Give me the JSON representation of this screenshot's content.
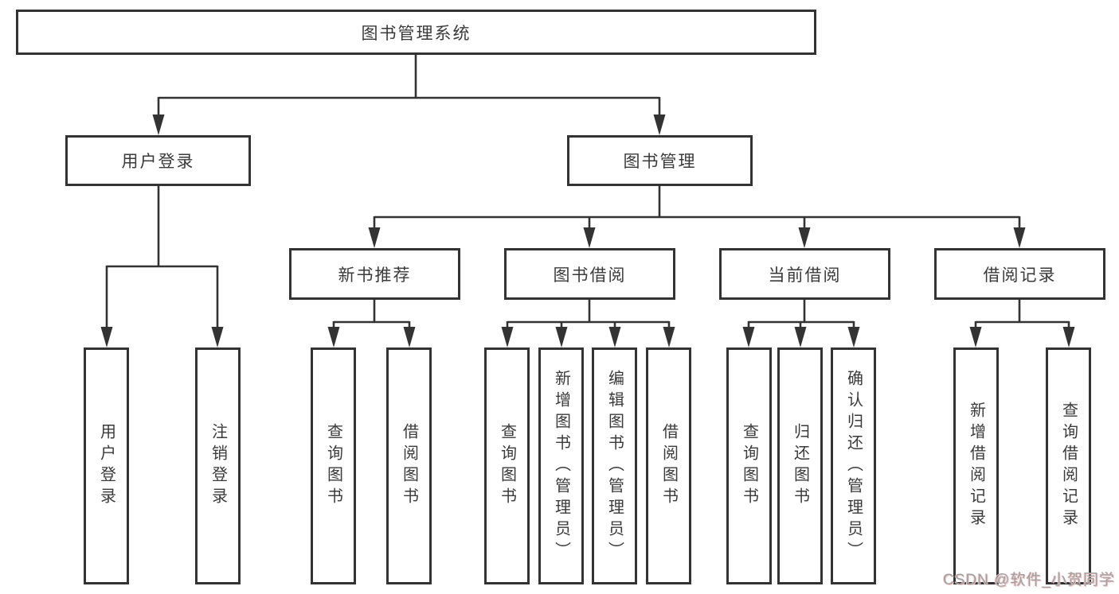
{
  "diagram": {
    "root": {
      "label": "图书管理系统"
    },
    "level2": [
      {
        "label": "用户登录"
      },
      {
        "label": "图书管理"
      }
    ],
    "level3": [
      {
        "label": "新书推荐"
      },
      {
        "label": "图书借阅"
      },
      {
        "label": "当前借阅"
      },
      {
        "label": "借阅记录"
      }
    ],
    "leaves": {
      "user_login": [
        "用户登录",
        "注销登录"
      ],
      "new_book": [
        "查询图书",
        "借阅图书"
      ],
      "book_borrow": [
        "查询图书",
        "新增图书（管理员）",
        "编辑图书（管理员）",
        "借阅图书"
      ],
      "current_borrow": [
        "查询图书",
        "归还图书",
        "确认归还（管理员）"
      ],
      "borrow_record": [
        "新增借阅记录",
        "查询借阅记录"
      ]
    },
    "line_color": "#333333",
    "text_color": "#3a3a3a",
    "box_background": "#ffffff"
  },
  "watermark": {
    "text": "CSDN @软件_小贺同学",
    "color": "#9c9c9c"
  }
}
